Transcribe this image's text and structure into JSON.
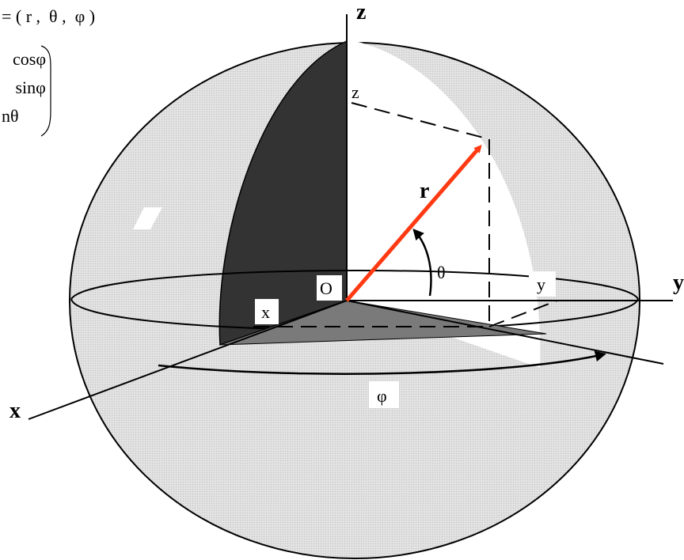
{
  "formula": {
    "header": "= ( r ,  θ ,  φ )",
    "row1": "cosφ",
    "row2": " sinφ",
    "row3": "nθ"
  },
  "axes": {
    "z_axis_label": "z",
    "y_axis_label": "y",
    "x_axis_label": "x"
  },
  "labels": {
    "origin": "O",
    "radius": "r",
    "theta": "θ",
    "phi": "φ",
    "z_projection": "z",
    "y_projection": "y",
    "x_projection": "x"
  },
  "colors": {
    "sphere_fill": "#dcdcdc",
    "dark_wedge": "#333333",
    "white_face": "#ffffff",
    "floor_triangle": "#7a7a7a",
    "radius_vector": "#ff3a12",
    "stroke": "#000000"
  }
}
